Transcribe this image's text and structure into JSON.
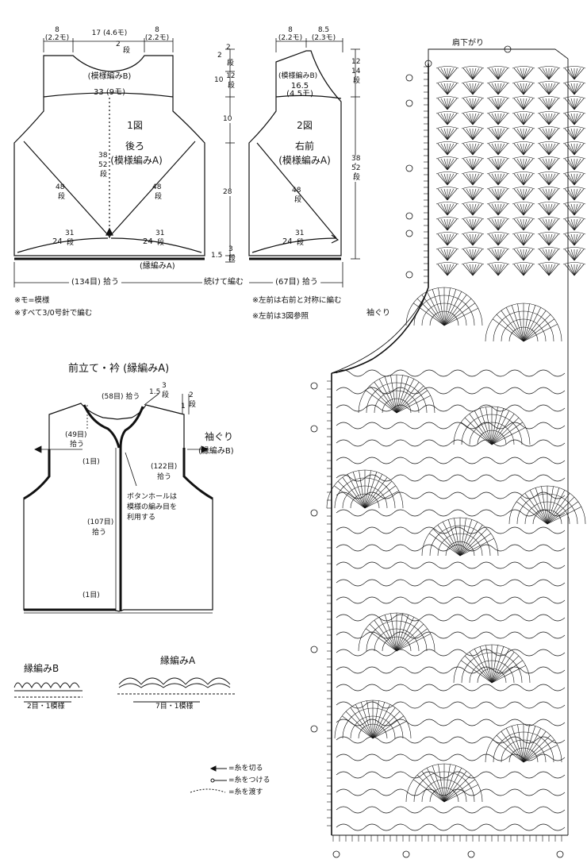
{
  "fig1": {
    "neck_top_left": "8",
    "neck_top_left_m": "(2.2モ)",
    "neck_top_mid": "17 (4.6モ)",
    "neck_top_right": "8",
    "neck_top_right_m": "(2.2モ)",
    "neck_depth": "2",
    "neck_depth_unit": "段",
    "yoke_label": "(模様編みB)",
    "yoke_width": "33 (9モ)",
    "fig_no": "1図",
    "piece": "後ろ",
    "pattern": "(模様編みA)",
    "side_rows": "38",
    "side_rows2": "52",
    "side_rows_unit": "段",
    "diag_left": "48",
    "diag_left_unit": "段",
    "diag_right": "48",
    "diag_right_unit": "段",
    "bottom_left": "24",
    "bottom_left_rows": "31",
    "bottom_left_unit": "段",
    "bottom_right": "24",
    "bottom_right_rows": "31",
    "bottom_right_unit": "段",
    "edge": "(縁編みA)",
    "pickup": "(134目) 拾う"
  },
  "mid": {
    "r1": "2",
    "r1b": "2",
    "r1_unit": "段",
    "r2": "10",
    "r2b": "12",
    "r2_unit": "段",
    "r3": "10",
    "r4": "28",
    "r5": "1.5",
    "r5b": "3",
    "r5_unit": "段",
    "join": "続けて編む"
  },
  "fig2": {
    "top_left": "8",
    "top_left_m": "(2.2モ)",
    "top_right": "8.5",
    "top_right_m": "(2.3モ)",
    "yoke_label": "(模様編みB)",
    "yoke_width": "16.5",
    "yoke_width_m": "(4.5モ)",
    "fig_no": "2図",
    "piece": "右前",
    "pattern": "(模様編みA)",
    "diag": "48",
    "diag_unit": "段",
    "bottom": "24",
    "bottom_rows": "31",
    "bottom_unit": "段",
    "pickup": "(67目) 拾う",
    "right_a": "12",
    "right_a2": "14",
    "right_a_unit": "段",
    "right_b": "38",
    "right_b2": "52",
    "right_b_unit": "段"
  },
  "notes": [
    "※モ=模様",
    "※すべて3/0号針で編む",
    "※左前は右前と対称に編む",
    "※左前は3図参照"
  ],
  "fig3": {
    "title": "前立て・衿 (縁編みA)",
    "neck_pick": "(58目) 拾う",
    "neck_rows": "1.5",
    "neck_rows2": "3",
    "neck_rows_unit": "段",
    "arm_rows": "1",
    "arm_rows2": "2",
    "arm_rows_unit": "段",
    "left_pick": "(49目)",
    "left_pick2": "拾う",
    "armhole_title": "袖ぐり",
    "armhole_edge": "(縁編みB)",
    "first_st_top": "(1目)",
    "arm_pick": "(122目)",
    "arm_pick2": "拾う",
    "buttonhole1": "ボタンホールは",
    "buttonhole2": "模様の編み目を",
    "buttonhole3": "利用する",
    "front_pick": "(107目)",
    "front_pick2": "拾う",
    "first_st_bottom": "(1目)"
  },
  "edgings": {
    "b_title": "縁編みB",
    "b_repeat": "2目・1模様",
    "a_title": "縁編みA",
    "a_repeat": "7目・1模様"
  },
  "legend": [
    "=糸を切る",
    "=糸をつける",
    "=糸を渡す"
  ],
  "chart": {
    "shoulder": "肩下がり",
    "armhole": "袖ぐり"
  }
}
